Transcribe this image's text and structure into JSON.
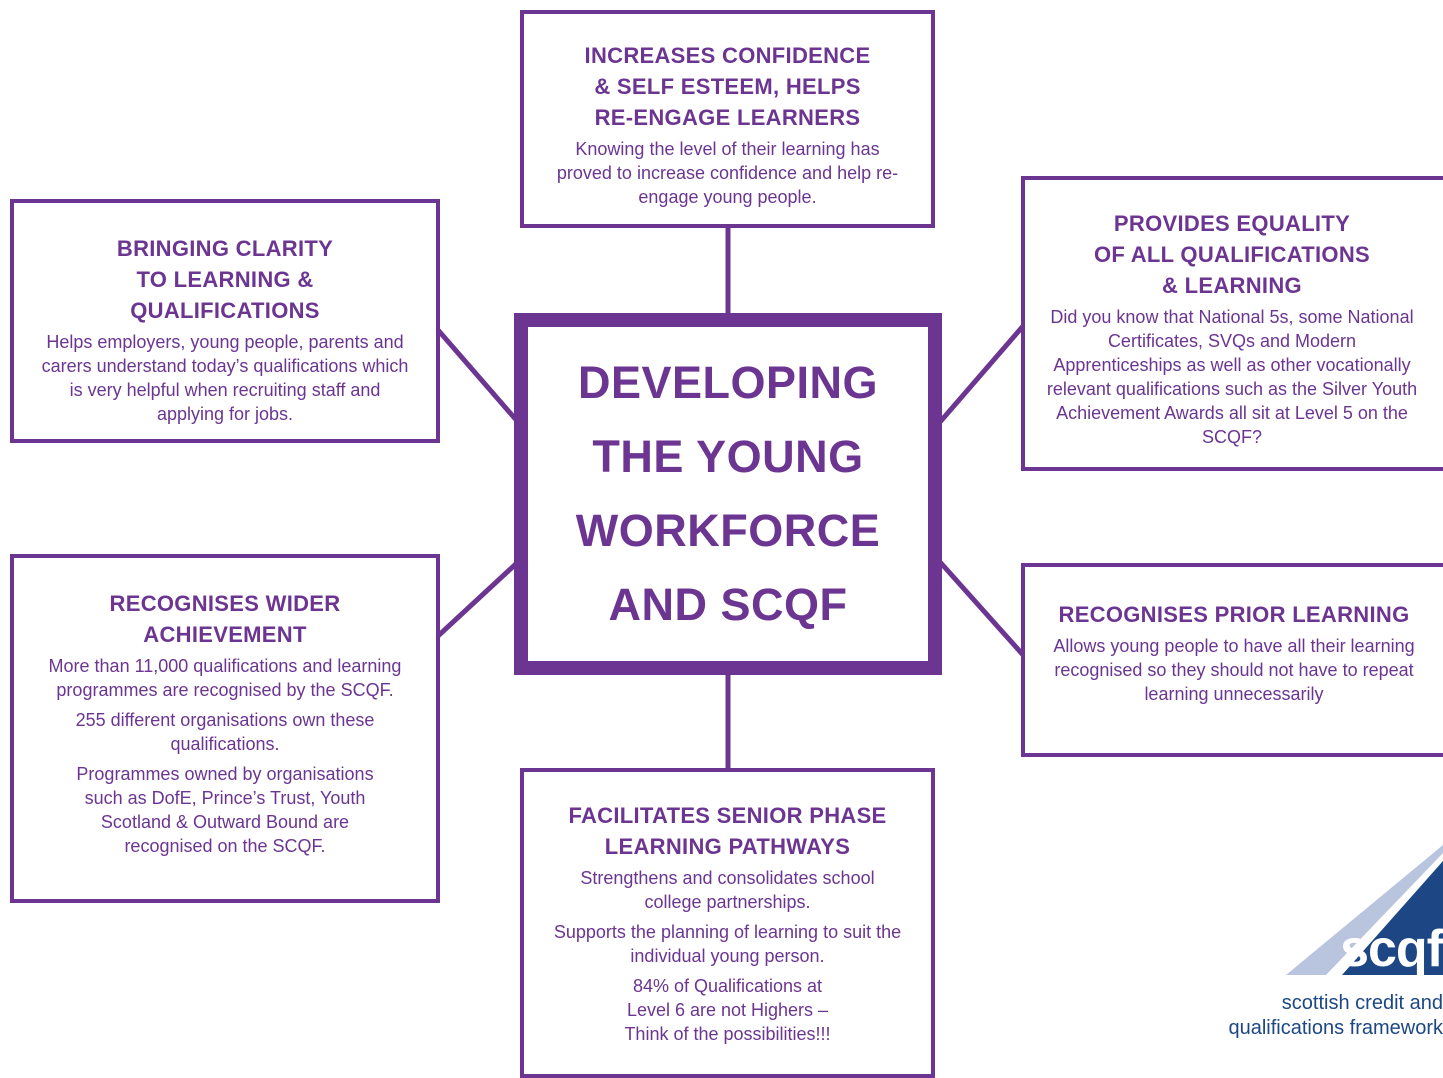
{
  "center": {
    "title_lines": [
      "DEVELOPING",
      "THE YOUNG",
      "WORKFORCE",
      "AND SCQF"
    ]
  },
  "boxes": {
    "top": {
      "title_lines": [
        "INCREASES CONFIDENCE",
        "& SELF ESTEEM, HELPS",
        "RE-ENGAGE LEARNERS"
      ],
      "paragraphs": [
        "Knowing the level of their learning has proved to increase confidence and help re-engage young people."
      ]
    },
    "top_left": {
      "title_lines": [
        "BRINGING CLARITY",
        "TO LEARNING &",
        "QUALIFICATIONS"
      ],
      "paragraphs": [
        "Helps employers, young people, parents and carers understand today’s qualifications which is very helpful when recruiting staff and applying for jobs."
      ]
    },
    "top_right": {
      "title_lines": [
        "PROVIDES EQUALITY",
        "OF ALL QUALIFICATIONS",
        "& LEARNING"
      ],
      "paragraphs": [
        "Did you know that National 5s, some National Certificates, SVQs and Modern Apprenticeships as well as other vocationally relevant qualifications such as the Silver Youth Achievement Awards all sit at Level 5 on the SCQF?"
      ]
    },
    "bottom_left": {
      "title_lines": [
        "RECOGNISES WIDER",
        "ACHIEVEMENT"
      ],
      "paragraphs": [
        "More than 11,000 qualifications and learning programmes are recognised by the SCQF.",
        "255 different organisations own these qualifications.",
        "Programmes owned by organisations such as DofE, Prince’s Trust, Youth Scotland & Outward Bound are recognised on the SCQF."
      ]
    },
    "bottom_right": {
      "title_lines": [
        "RECOGNISES PRIOR LEARNING"
      ],
      "paragraphs": [
        "Allows young people to have all their learning recognised so they should not have to repeat learning unnecessarily"
      ]
    },
    "bottom": {
      "title_lines": [
        "FACILITATES SENIOR PHASE",
        "LEARNING PATHWAYS"
      ],
      "paragraphs": [
        "Strengthens and consolidates school college partnerships.",
        "Supports the planning of learning to suit the individual young person.",
        "84% of Qualifications at Level 6 are not Highers – Think of the possibilities!!!"
      ]
    }
  },
  "logo": {
    "wordmark": "scqf",
    "tagline_lines": [
      "scottish credit and",
      "qualifications framework"
    ]
  },
  "colors": {
    "purple": "#6b3591",
    "navy": "#1c4784",
    "light_blue": "#b9c4de"
  }
}
